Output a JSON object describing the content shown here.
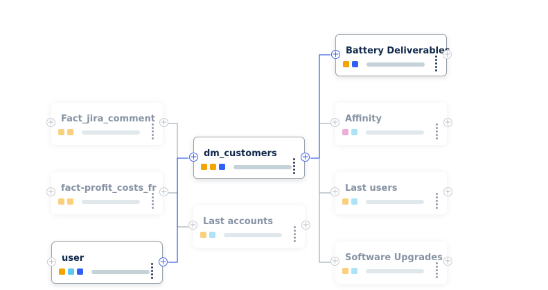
{
  "colors": {
    "orange": "#f5a300",
    "light_blue": "#5bc8f0",
    "blue": "#2f5ff5",
    "pink": "#d95fb5",
    "active_wire": "#3d63e8",
    "inactive_wire": "#a9b3bb"
  },
  "nodes": [
    {
      "id": "fact_jira",
      "title": "Fact_jira_comment",
      "chips": [
        "orange",
        "orange"
      ],
      "active": false
    },
    {
      "id": "fact_profit",
      "title": "fact-profit_costs_fr",
      "chips": [
        "orange",
        "orange"
      ],
      "active": false
    },
    {
      "id": "user",
      "title": "user",
      "chips": [
        "orange",
        "light_blue",
        "blue"
      ],
      "active": true
    },
    {
      "id": "dm_customers",
      "title": "dm_customers",
      "chips": [
        "orange",
        "orange",
        "blue"
      ],
      "active": true
    },
    {
      "id": "last_accounts",
      "title": "Last accounts",
      "chips": [
        "orange",
        "light_blue"
      ],
      "active": false
    },
    {
      "id": "battery",
      "title": "Battery Deliverables",
      "chips": [
        "orange",
        "blue"
      ],
      "active": true
    },
    {
      "id": "affinity",
      "title": "Affinity",
      "chips": [
        "pink",
        "light_blue"
      ],
      "active": false
    },
    {
      "id": "last_users",
      "title": "Last users",
      "chips": [
        "orange",
        "light_blue"
      ],
      "active": false
    },
    {
      "id": "software",
      "title": "Software Upgrades",
      "chips": [
        "orange",
        "light_blue"
      ],
      "active": false
    }
  ]
}
